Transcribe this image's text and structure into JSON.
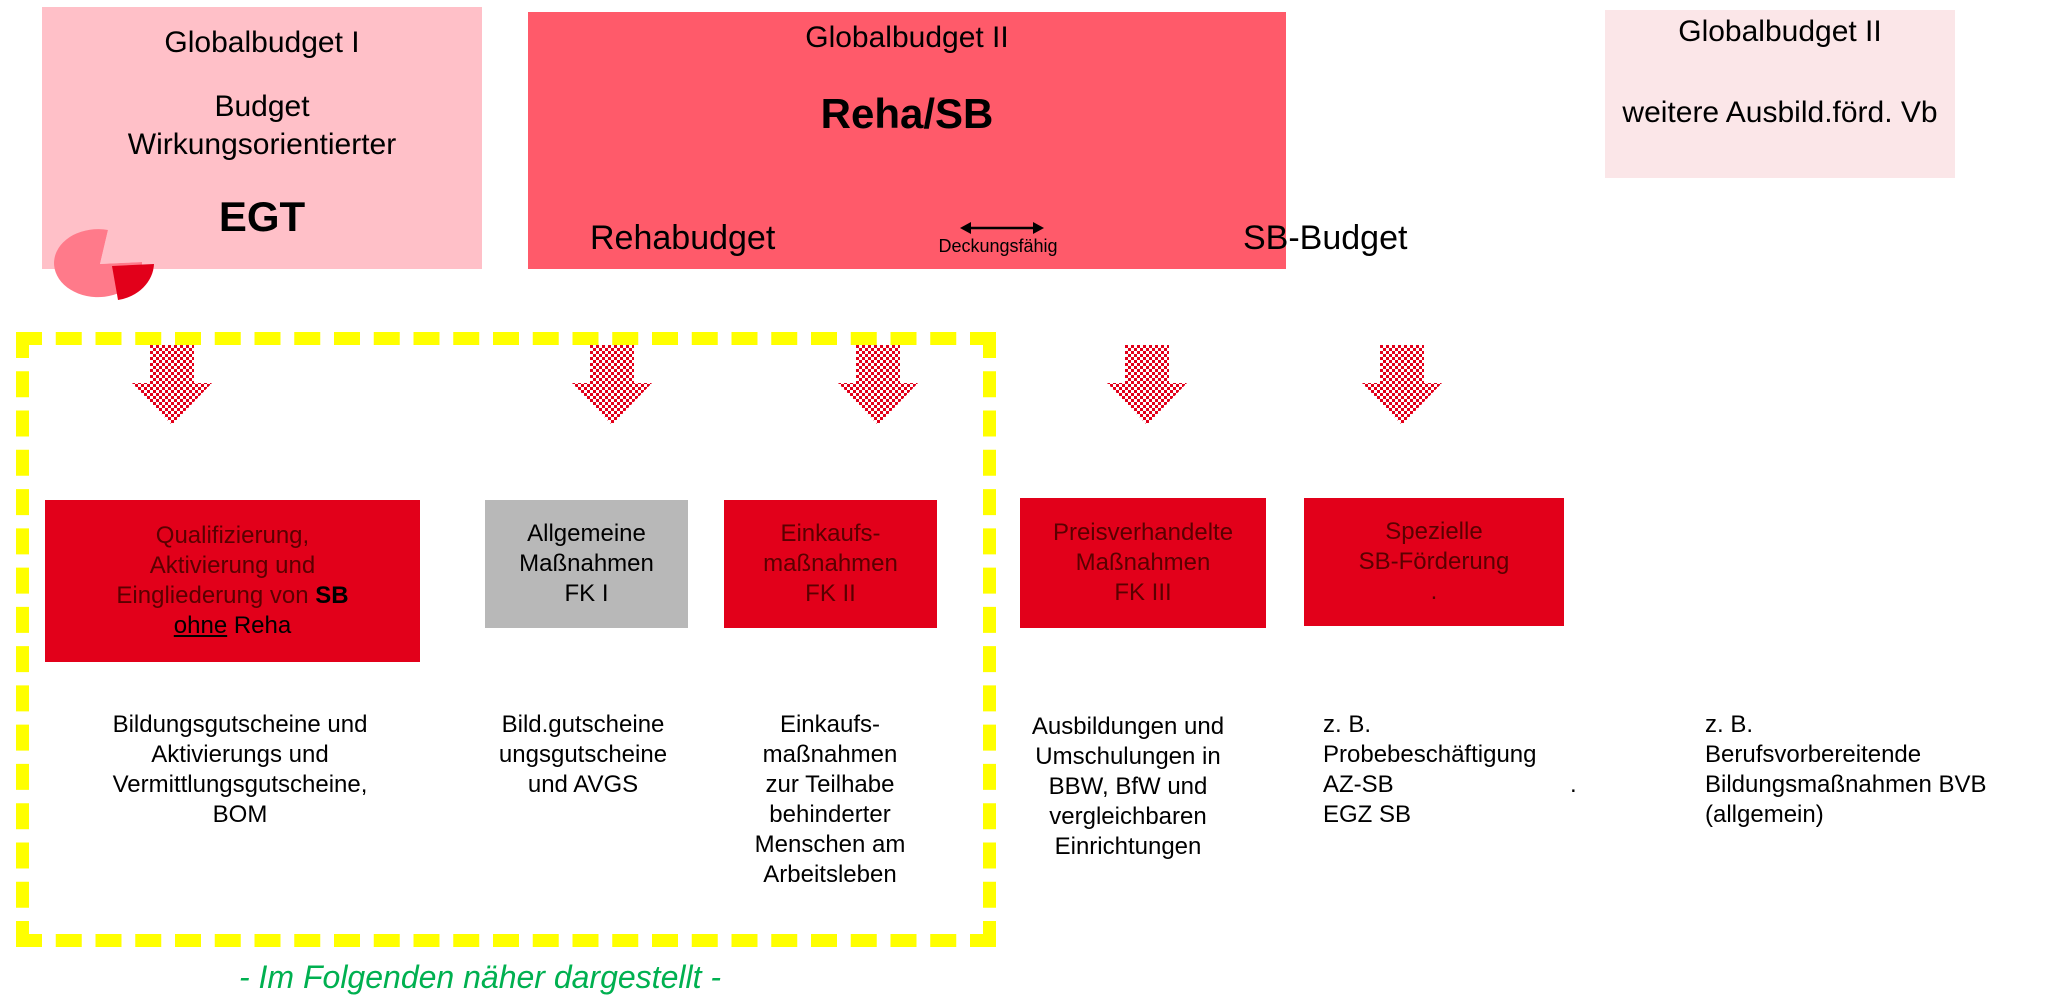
{
  "budget1": {
    "title": "Globalbudget I",
    "line2": "Budget",
    "line3": "Wirkungsorientierter",
    "emphasis": "EGT"
  },
  "budget2": {
    "title": "Globalbudget II",
    "emphasis": "Reha/SB",
    "left_label": "Rehabudget",
    "mid_label": "Deckungsfähig",
    "right_label": "SB-Budget"
  },
  "budget3": {
    "title": "Globalbudget II",
    "subtitle": "weitere Ausbild.förd. Vb"
  },
  "boxes": [
    {
      "lines": [
        "Qualifizierung,",
        "Aktivierung und",
        "Eingliederung von ",
        "SB",
        "ohne",
        " Reha"
      ]
    },
    {
      "lines": [
        "Allgemeine",
        "Maßnahmen",
        "FK I"
      ]
    },
    {
      "lines": [
        "Einkaufs-",
        "maßnahmen",
        "FK II"
      ]
    },
    {
      "lines": [
        "Preisverhandelte",
        "Maßnahmen",
        "FK III"
      ]
    },
    {
      "lines": [
        "Spezielle",
        "SB-Förderung",
        "."
      ]
    }
  ],
  "descriptions": [
    {
      "lines": [
        "Bildungsgutscheine und",
        "Aktivierungs und",
        "Vermittlungsgutscheine,",
        "BOM"
      ]
    },
    {
      "lines": [
        "Bild.gutscheine",
        "ungsgutscheine",
        "und AVGS"
      ]
    },
    {
      "lines": [
        "Einkaufs-",
        "maßnahmen",
        "zur Teilhabe",
        "behinderter",
        "Menschen am",
        "Arbeitsleben"
      ]
    },
    {
      "lines": [
        "Ausbildungen und",
        "Umschulungen in",
        "BBW, BfW und",
        "vergleichbaren",
        "Einrichtungen"
      ]
    },
    {
      "lines": [
        "z. B.",
        "Probebeschäftigung",
        "AZ-SB",
        ".",
        "EGZ SB"
      ]
    },
    {
      "lines": [
        "z. B.",
        "Berufsvorbereitende",
        "Bildungsmaßnahmen BVB",
        "(allgemein)"
      ]
    }
  ],
  "footer": "- Im Folgenden näher dargestellt -",
  "colors": {
    "budget1_bg": "#ffc0c8",
    "budget2_bg": "#ff5a6a",
    "budget3_bg": "#fbe6e8",
    "box_red": "#e2001a",
    "box_grey": "#b8b8b8",
    "highlight_frame": "#ffff00",
    "footer_text": "#00b050"
  },
  "icons": [
    "pie-chart-icon",
    "double-arrow-icon",
    "down-arrow-icon"
  ]
}
